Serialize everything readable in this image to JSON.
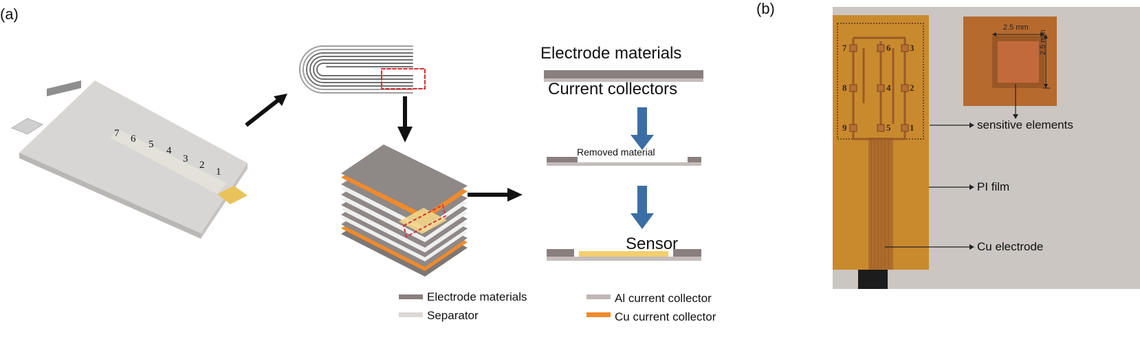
{
  "figure": {
    "panel_a": {
      "label": "(a)",
      "pouch_cell": {
        "sensor_numbers": [
          "7",
          "6",
          "5",
          "4",
          "3",
          "2",
          "1"
        ]
      },
      "process": {
        "step1_top_label": "Electrode materials",
        "step1_bottom_label": "Current collectors",
        "step2_label": "Removed material",
        "step3_label": "Sensor"
      },
      "legend": [
        {
          "label": "Electrode materials",
          "color": "#8a7f7f"
        },
        {
          "label": "Al current collector",
          "color": "#bfb8b6"
        },
        {
          "label": "Separator",
          "color": "#dcd8d6"
        },
        {
          "label": "Cu current collector",
          "color": "#f08a2c"
        }
      ]
    },
    "panel_b": {
      "label": "(b)",
      "sensor_numbers": {
        "row1": [
          "7",
          "6",
          "3"
        ],
        "row2": [
          "8",
          "4",
          "2"
        ],
        "row3": [
          "9",
          "5",
          "1"
        ]
      },
      "inset": {
        "width_label": "2.5 mm",
        "height_label": "2.5 mm"
      },
      "annotations": {
        "sensitive_elements": "sensitive elements",
        "pi_film": "PI film",
        "cu_electrode": "Cu electrode"
      }
    },
    "colors": {
      "electrode": "#8a7f7f",
      "al_collector": "#bfb8b6",
      "separator": "#f2f2f2",
      "cu_collector": "#f08a2c",
      "sensor_yellow": "#f2cf6e",
      "blue_arrow": "#3a6ea5",
      "pi_film": "#c98a2e",
      "photo_bg": "#cbc6c1"
    }
  }
}
